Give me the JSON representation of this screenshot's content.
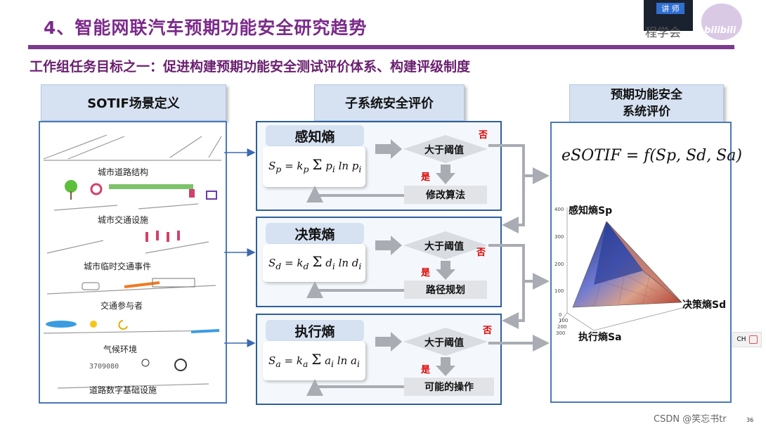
{
  "title": "4、智能网联汽车预期功能安全研究趋势",
  "subtitle": "工作组任务目标之一：促进构建预期功能安全测试评价体系、构建评级制度",
  "overlay": {
    "badge": "讲 师",
    "text": "程学会",
    "logo": "bilibili",
    "watermark": "CSDN @笑忘书tr",
    "page_number": "36",
    "ime": "CH"
  },
  "columns": {
    "left_header": "SOTIF场景定义",
    "middle_header": "子系统安全评价",
    "right_header_line1": "预期功能安全",
    "right_header_line2": "系统评价"
  },
  "scenarios": [
    "城市道路结构",
    "城市交通设施",
    "城市临时交通事件",
    "交通参与者",
    "气候环境",
    "道路数字基础设施"
  ],
  "entropy_blocks": [
    {
      "label": "感知熵",
      "sub": "p",
      "coef": "p",
      "var": "p",
      "decision": "大于阈值",
      "no": "否",
      "yes": "是",
      "action": "修改算法"
    },
    {
      "label": "决策熵",
      "sub": "d",
      "coef": "d",
      "var": "d",
      "decision": "大于阈值",
      "no": "否",
      "yes": "是",
      "action": "路径规划"
    },
    {
      "label": "执行熵",
      "sub": "a",
      "coef": "a",
      "var": "a",
      "decision": "大于阈值",
      "no": "否",
      "yes": "是",
      "action": "可能的操作"
    }
  ],
  "system_eval": {
    "formula": "eSOTIF = f(Sp, Sd, Sa)",
    "axis_labels": {
      "perception": "感知熵Sp",
      "decision": "决策熵Sd",
      "execution": "执行熵Sa"
    },
    "ticks_vertical": [
      "400",
      "300",
      "200",
      "100",
      "0"
    ],
    "ticks_depth": [
      "300",
      "200",
      "100"
    ]
  }
}
